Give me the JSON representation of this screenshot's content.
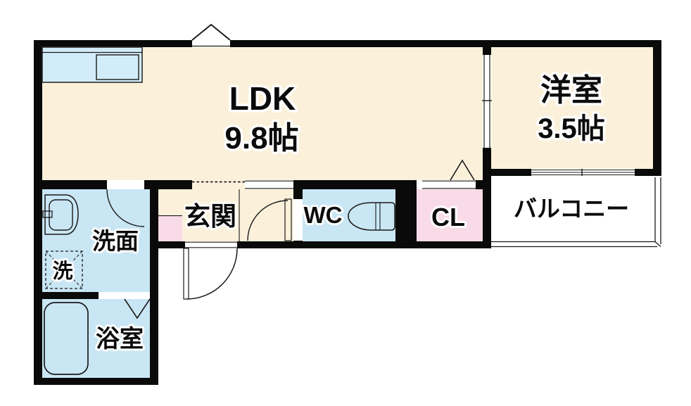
{
  "colors": {
    "background": "#FFFFFF",
    "wall": "#0A0A0A",
    "room_cream": "#FBF1DB",
    "wet_area_blue": "#C9E6F4",
    "kitchen_counter_blue": "#D3ECF9",
    "closet_pink": "#F9DBE8",
    "line": "#1A1A1A"
  },
  "rooms": {
    "ldk": {
      "name": "LDK",
      "size": "9.8帖"
    },
    "western_room": {
      "name": "洋室",
      "size": "3.5帖"
    },
    "balcony": {
      "name": "バルコニー"
    },
    "entrance": {
      "name": "玄関"
    },
    "wc": {
      "name": "WC"
    },
    "closet": {
      "name": "CL"
    },
    "washroom": {
      "name": "洗面"
    },
    "laundry_space": {
      "name": "洗"
    },
    "bathroom": {
      "name": "浴室"
    }
  },
  "fixtures": {
    "kitchen_counter": "kitchen-counter-icon",
    "sink": "kitchen-sink-icon",
    "toilet": "toilet-icon",
    "washbasin": "washbasin-icon",
    "bathtub": "bathtub-icon",
    "washing_machine_space": "washing-machine-space-icon"
  }
}
